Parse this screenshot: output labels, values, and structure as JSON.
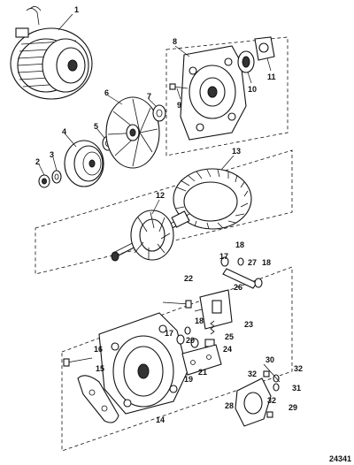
{
  "figure_code": "24341",
  "callouts": {
    "c1": "1",
    "c2": "2",
    "c3": "3",
    "c4": "4",
    "c5": "5",
    "c6": "6",
    "c7": "7",
    "c8": "8",
    "c9": "9",
    "c10": "10",
    "c11": "11",
    "c12": "12",
    "c13": "13",
    "c14": "14",
    "c15": "15",
    "c16": "16",
    "c17a": "17",
    "c17b": "17",
    "c18a": "18",
    "c18b": "18",
    "c18c": "18",
    "c19": "19",
    "c20": "20",
    "c21": "21",
    "c22": "22",
    "c23": "23",
    "c24": "24",
    "c25": "25",
    "c26": "26",
    "c27": "27",
    "c28": "28",
    "c29": "29",
    "c30": "30",
    "c31": "31",
    "c32a": "32",
    "c32b": "32",
    "c32c": "32"
  }
}
